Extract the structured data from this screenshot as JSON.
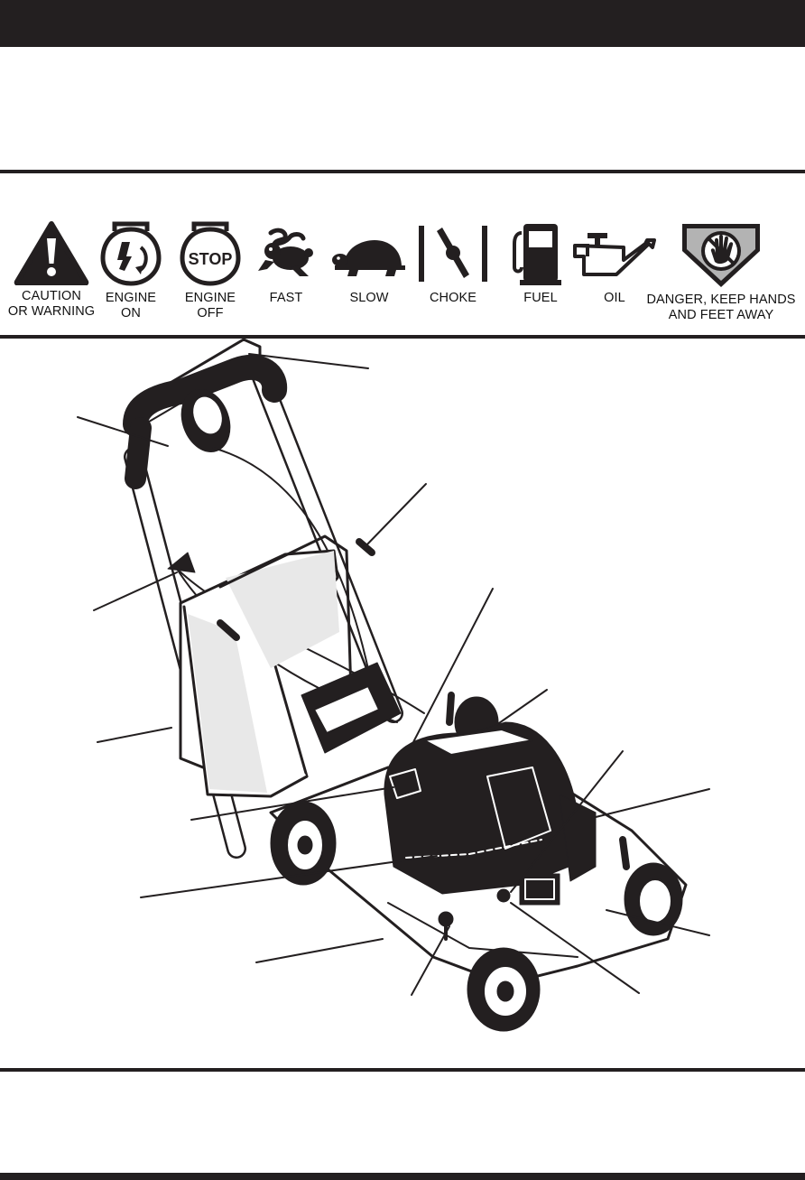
{
  "symbols": [
    {
      "icon": "caution-warning-icon",
      "caption": "CAUTION\nOR WARNING"
    },
    {
      "icon": "engine-on-icon",
      "caption": "ENGINE\nON"
    },
    {
      "icon": "engine-off-icon",
      "caption": "ENGINE\nOFF",
      "badge": "STOP"
    },
    {
      "icon": "rabbit-icon",
      "caption": "FAST"
    },
    {
      "icon": "turtle-icon",
      "caption": "SLOW"
    },
    {
      "icon": "choke-icon",
      "caption": "CHOKE"
    },
    {
      "icon": "fuel-pump-icon",
      "caption": "FUEL"
    },
    {
      "icon": "oil-can-icon",
      "caption": "OIL"
    },
    {
      "icon": "keep-hands-away-icon",
      "caption": "DANGER, KEEP HANDS\nAND FEET AWAY"
    }
  ],
  "colors": {
    "ink": "#231f20",
    "shield_gray": "#b3b3b3"
  }
}
